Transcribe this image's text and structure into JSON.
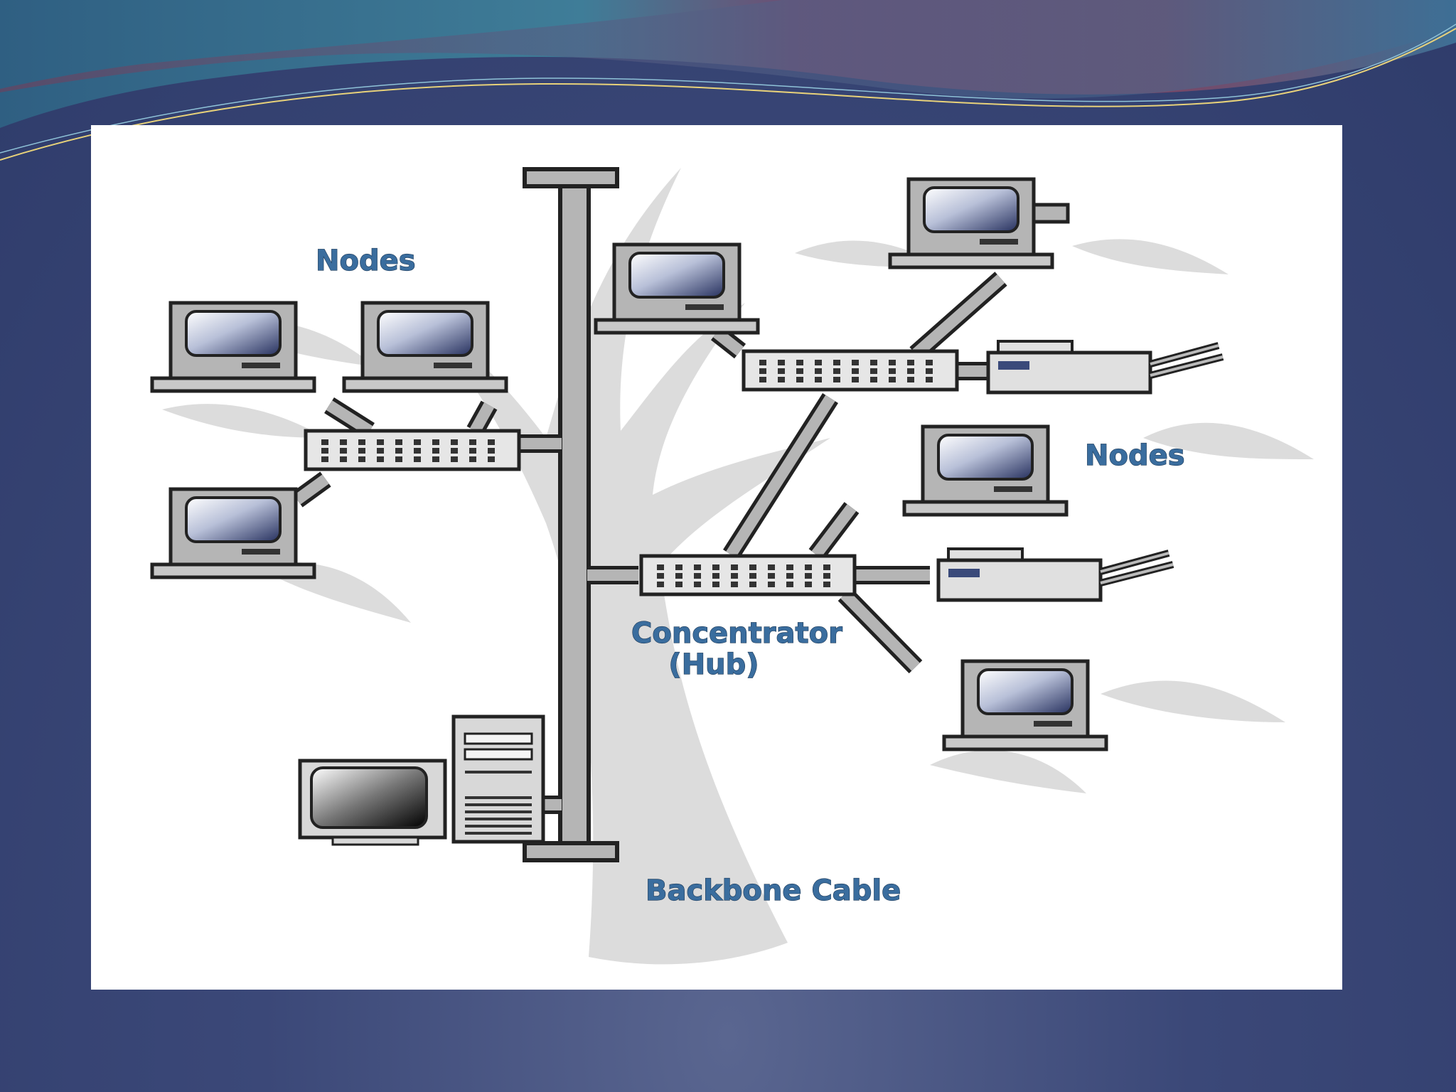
{
  "theme": {
    "background": "#34416f",
    "banner_teal": "#3f7f98",
    "banner_rose": "#7a4a6a",
    "label_color": "#3a6d9e",
    "device_grey": "#b5b5b5",
    "shadow_grey": "#d8d8d8"
  },
  "diagram": {
    "labels": {
      "nodes_left": "Nodes",
      "nodes_right": "Nodes",
      "hub_line1": "Concentrator",
      "hub_line2": "(Hub)",
      "backbone": "Backbone Cable"
    },
    "icons": [
      "computer-icon",
      "hub-icon",
      "printer-icon",
      "server-tower-icon",
      "crt-monitor-icon"
    ]
  }
}
